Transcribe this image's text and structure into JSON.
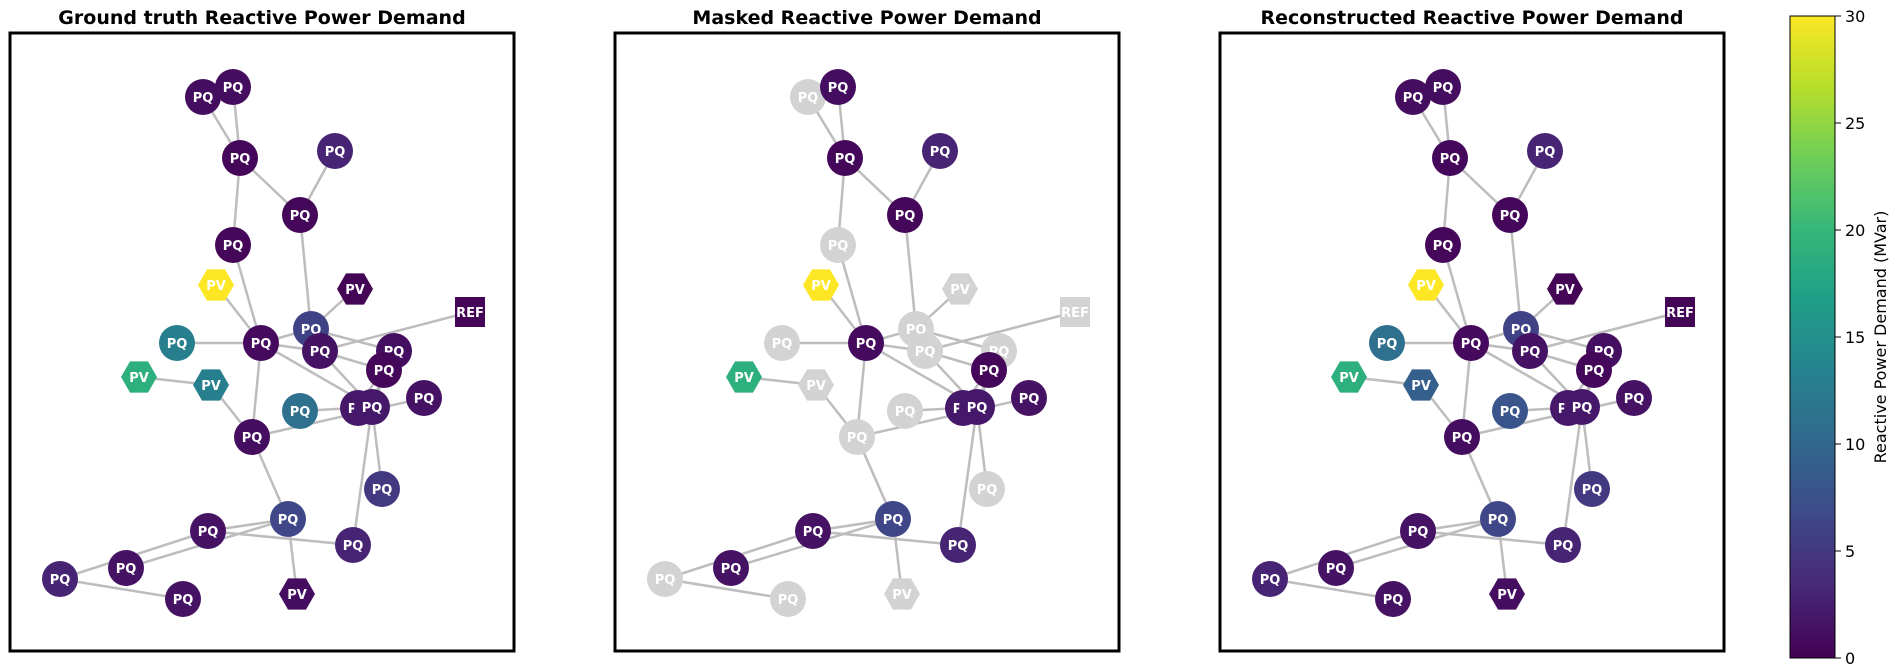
{
  "colors": {
    "masked": "#d3d3d3",
    "edge": "#bdbdbd",
    "frame": "#000000",
    "viridis": [
      "#440154",
      "#482878",
      "#3e4989",
      "#31688e",
      "#26828e",
      "#1f9e89",
      "#35b779",
      "#6ece58",
      "#b5de2b",
      "#fde725"
    ]
  },
  "panels": [
    {
      "title": "Ground truth Reactive Power Demand",
      "mode": "truth"
    },
    {
      "title": "Masked Reactive Power Demand",
      "mode": "masked"
    },
    {
      "title": "Reconstructed Reactive Power Demand",
      "mode": "recon"
    }
  ],
  "node_types": {
    "PQ": "circle",
    "PV": "hexagon",
    "REF": "square"
  },
  "nodes": [
    {
      "id": 0,
      "label": "PQ",
      "truth": 1.0,
      "recon": 1.0,
      "masked": true
    },
    {
      "id": 1,
      "label": "PQ",
      "truth": 1.0,
      "recon": 1.0,
      "masked": false
    },
    {
      "id": 2,
      "label": "PQ",
      "truth": 0.5,
      "recon": 0.5,
      "masked": false
    },
    {
      "id": 3,
      "label": "PQ",
      "truth": 3.0,
      "recon": 3.0,
      "masked": false
    },
    {
      "id": 4,
      "label": "PQ",
      "truth": 0.5,
      "recon": 0.5,
      "masked": false
    },
    {
      "id": 5,
      "label": "PQ",
      "truth": 0.5,
      "recon": 0.5,
      "masked": true
    },
    {
      "id": 6,
      "label": "PV",
      "truth": 30.0,
      "recon": 30.0,
      "masked": false
    },
    {
      "id": 7,
      "label": "PV",
      "truth": 0.3,
      "recon": 0.3,
      "masked": true
    },
    {
      "id": 8,
      "label": "REF",
      "truth": 0.3,
      "recon": 0.3,
      "masked": true
    },
    {
      "id": 9,
      "label": "PQ",
      "truth": 13.0,
      "recon": 11.0,
      "masked": true
    },
    {
      "id": 10,
      "label": "PQ",
      "truth": 0.8,
      "recon": 0.8,
      "masked": false
    },
    {
      "id": 11,
      "label": "PQ",
      "truth": 6.0,
      "recon": 6.0,
      "masked": true
    },
    {
      "id": 12,
      "label": "PQ",
      "truth": 1.5,
      "recon": 1.5,
      "masked": true
    },
    {
      "id": 13,
      "label": "PQ",
      "truth": 1.2,
      "recon": 1.2,
      "masked": true
    },
    {
      "id": 14,
      "label": "PQ",
      "truth": 0.5,
      "recon": 0.5,
      "masked": false
    },
    {
      "id": 15,
      "label": "PV",
      "truth": 19.0,
      "recon": 19.0,
      "masked": false
    },
    {
      "id": 16,
      "label": "PV",
      "truth": 13.0,
      "recon": 9.0,
      "masked": true
    },
    {
      "id": 17,
      "label": "PQ",
      "truth": 1.5,
      "recon": 1.5,
      "masked": false
    },
    {
      "id": 18,
      "label": "PQ",
      "truth": 2.0,
      "recon": 2.0,
      "masked": false
    },
    {
      "id": 19,
      "label": "PQ",
      "truth": 11.0,
      "recon": 8.0,
      "masked": true
    },
    {
      "id": 20,
      "label": "PQ",
      "truth": 1.0,
      "recon": 1.0,
      "masked": true
    },
    {
      "id": 21,
      "label": "PQ",
      "truth": 2.0,
      "recon": 2.0,
      "masked": false
    },
    {
      "id": 22,
      "label": "PQ",
      "truth": 5.0,
      "recon": 5.0,
      "masked": true
    },
    {
      "id": 23,
      "label": "PQ",
      "truth": 6.5,
      "recon": 6.5,
      "masked": false
    },
    {
      "id": 24,
      "label": "PQ",
      "truth": 1.5,
      "recon": 1.5,
      "masked": false
    },
    {
      "id": 25,
      "label": "PQ",
      "truth": 1.5,
      "recon": 1.5,
      "masked": false
    },
    {
      "id": 26,
      "label": "PQ",
      "truth": 3.0,
      "recon": 3.0,
      "masked": true
    },
    {
      "id": 27,
      "label": "PQ",
      "truth": 1.5,
      "recon": 1.5,
      "masked": true
    },
    {
      "id": 28,
      "label": "PQ",
      "truth": 3.0,
      "recon": 3.0,
      "masked": false
    },
    {
      "id": 29,
      "label": "PV",
      "truth": 1.0,
      "recon": 1.0,
      "masked": true
    }
  ],
  "edges": [
    [
      0,
      2
    ],
    [
      1,
      2
    ],
    [
      2,
      4
    ],
    [
      2,
      5
    ],
    [
      3,
      4
    ],
    [
      4,
      11
    ],
    [
      5,
      10
    ],
    [
      6,
      10
    ],
    [
      10,
      9
    ],
    [
      10,
      11
    ],
    [
      10,
      21
    ],
    [
      10,
      12
    ],
    [
      10,
      20
    ],
    [
      11,
      7
    ],
    [
      11,
      13
    ],
    [
      12,
      14
    ],
    [
      12,
      8
    ],
    [
      12,
      21
    ],
    [
      13,
      18
    ],
    [
      13,
      21
    ],
    [
      14,
      21
    ],
    [
      15,
      16
    ],
    [
      16,
      20
    ],
    [
      20,
      17
    ],
    [
      20,
      23
    ],
    [
      21,
      22
    ],
    [
      21,
      19
    ],
    [
      21,
      28
    ],
    [
      23,
      24
    ],
    [
      23,
      25
    ],
    [
      23,
      29
    ],
    [
      24,
      26
    ],
    [
      26,
      27
    ],
    [
      24,
      28
    ]
  ],
  "colorbar": {
    "label": "Reactive Power Demand (MVar)",
    "min": 0,
    "max": 30,
    "ticks": [
      "0",
      "5",
      "10",
      "15",
      "20",
      "25",
      "30"
    ]
  }
}
